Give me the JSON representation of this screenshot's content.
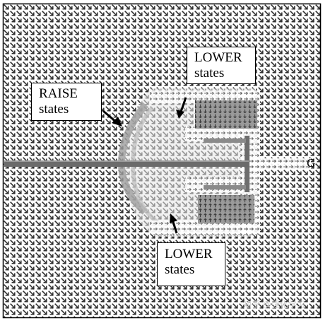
{
  "labels": {
    "raise": {
      "line1": "RAISE",
      "line2": "states"
    },
    "lower_top": {
      "line1": "LOWER",
      "line2": "states"
    },
    "lower_bottom": {
      "line1": "LOWER",
      "line2": "states"
    }
  },
  "goal_marker": "G",
  "watermark": "知乎 @强化学习",
  "colors": {
    "background": "#ffffff",
    "arrow_field": "#3a3a3a",
    "frame": "#000000",
    "lower_region_fill": "#9a9a9a",
    "path": "#6e6e6e",
    "halo": "#d8d8d8"
  }
}
